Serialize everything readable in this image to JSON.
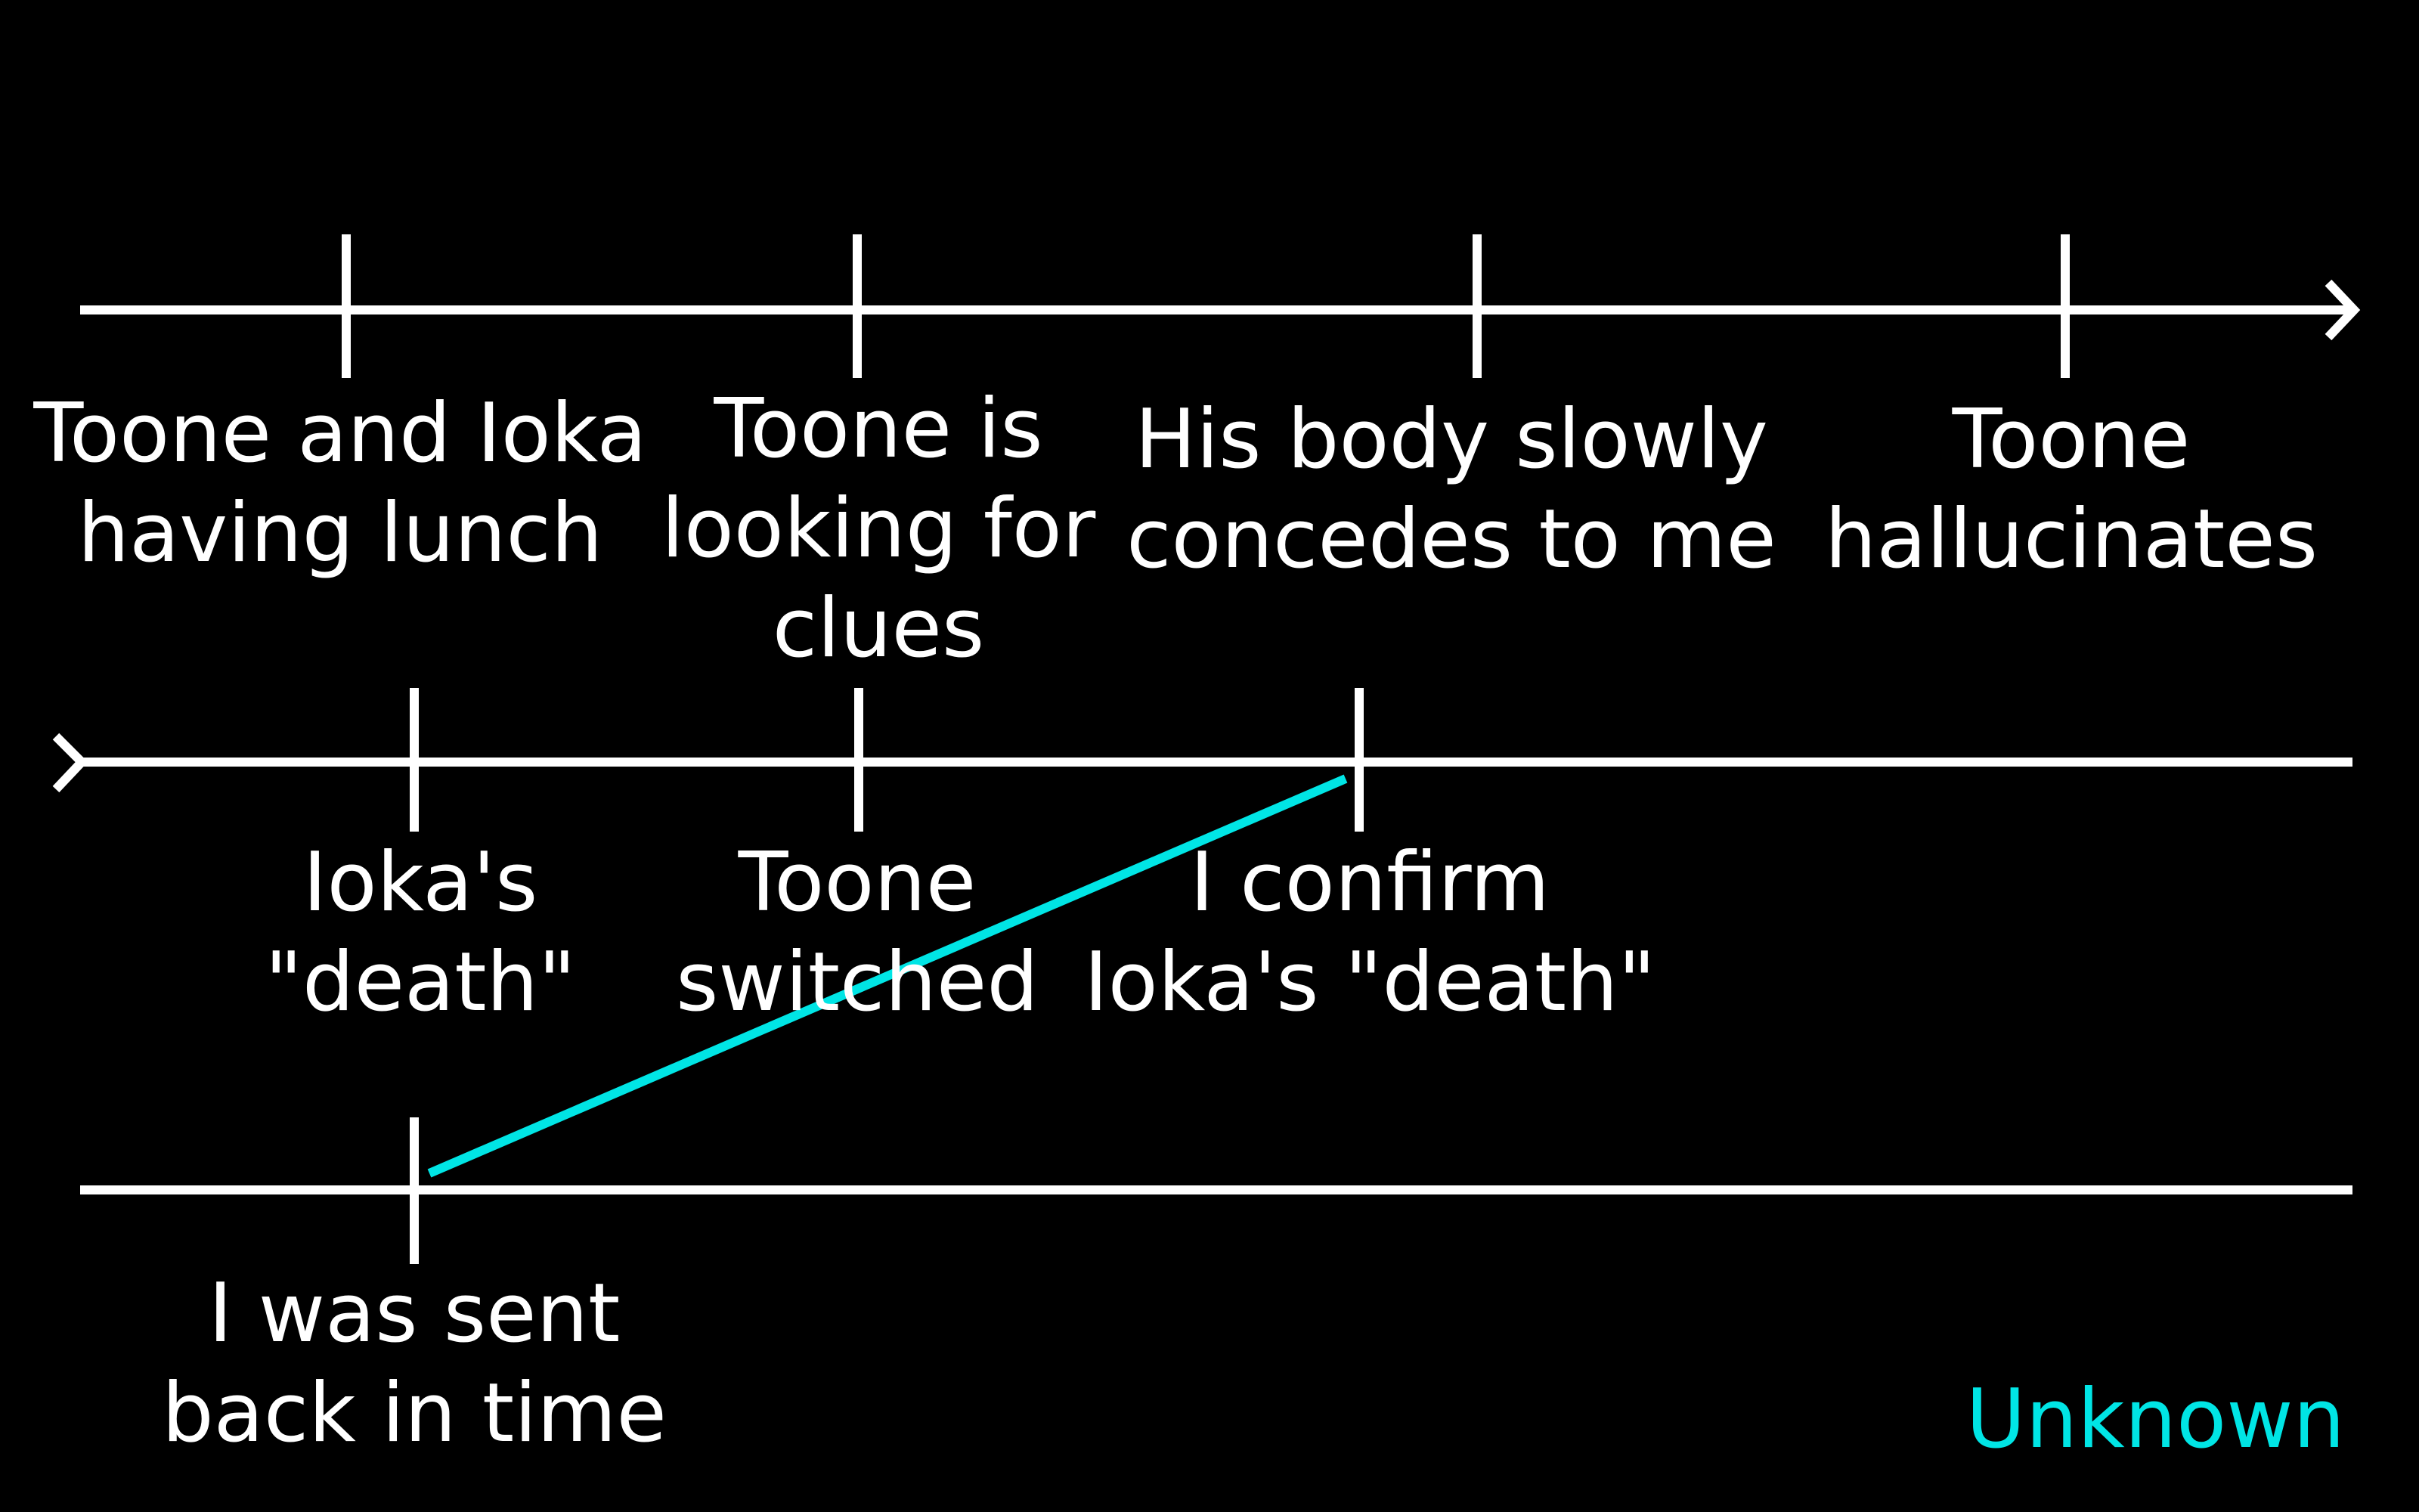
{
  "colors": {
    "background": "#000000",
    "line": "#ffffff",
    "accent": "#00e5e5"
  },
  "timeline": {
    "row1": {
      "events": [
        {
          "label": "Toone and Ioka\nhaving lunch"
        },
        {
          "label": "Toone is\nlooking for\nclues"
        },
        {
          "label": "His body slowly\nconcedes to me"
        },
        {
          "label": "Toone\nhallucinates"
        }
      ]
    },
    "row2": {
      "events": [
        {
          "label": "Ioka's\n\"death\""
        },
        {
          "label": "Toone\nswitched"
        },
        {
          "label": "I confirm\nIoka's \"death\""
        }
      ]
    },
    "row3": {
      "events": [
        {
          "label": "I was sent\nback in time"
        }
      ]
    }
  },
  "legend": {
    "label": "Unknown",
    "color": "#00e5e5"
  }
}
